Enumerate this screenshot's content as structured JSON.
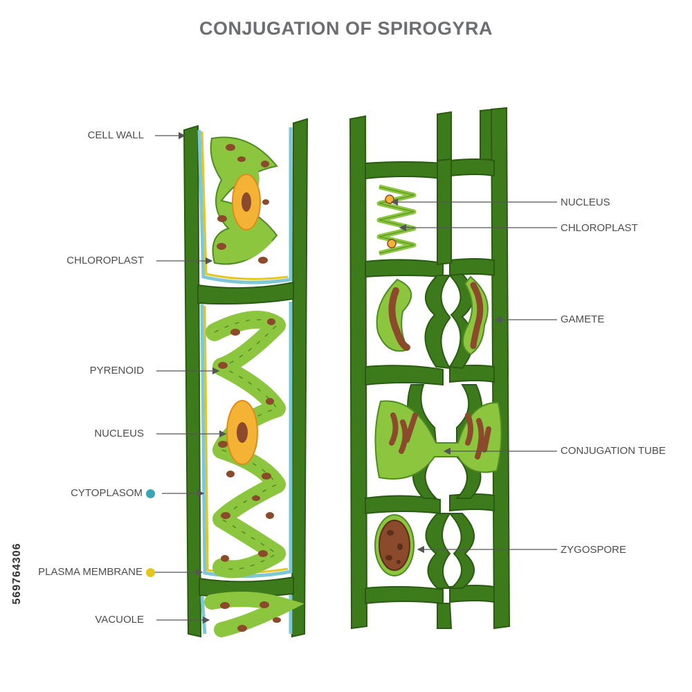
{
  "title": "CONJUGATION OF SPIROGYRA",
  "labels_left": {
    "cell_wall": "CELL WALL",
    "chloroplast": "CHLOROPLAST",
    "pyrenoid": "PYRENOID",
    "nucleus": "NUCLEUS",
    "cytoplasm": "CYTOPLASOM",
    "plasma_membrane": "PLASMA MEMBRANE",
    "vacuole": "VACUOLE"
  },
  "labels_right": {
    "nucleus": "NUCLEUS",
    "chloroplast": "CHLOROPLAST",
    "gamete": "GAMETE",
    "conjugation_tube": "CONJUGATION TUBE",
    "zygospore": "ZYGOSPORE"
  },
  "stock_id": "569764306",
  "colors": {
    "cell_wall": "#3d7a1c",
    "chloroplast": "#8cc63f",
    "pyrenoid": "#8b4a2b",
    "nucleus": "#f5b335",
    "cytoplasm": "#7ec8d6",
    "plasma_membrane": "#e6c619",
    "cytoplasm_dot": "#3aa6b3",
    "membrane_dot": "#e6c619",
    "label_text": "#4d4d4f",
    "title_text": "#6d6e71"
  }
}
